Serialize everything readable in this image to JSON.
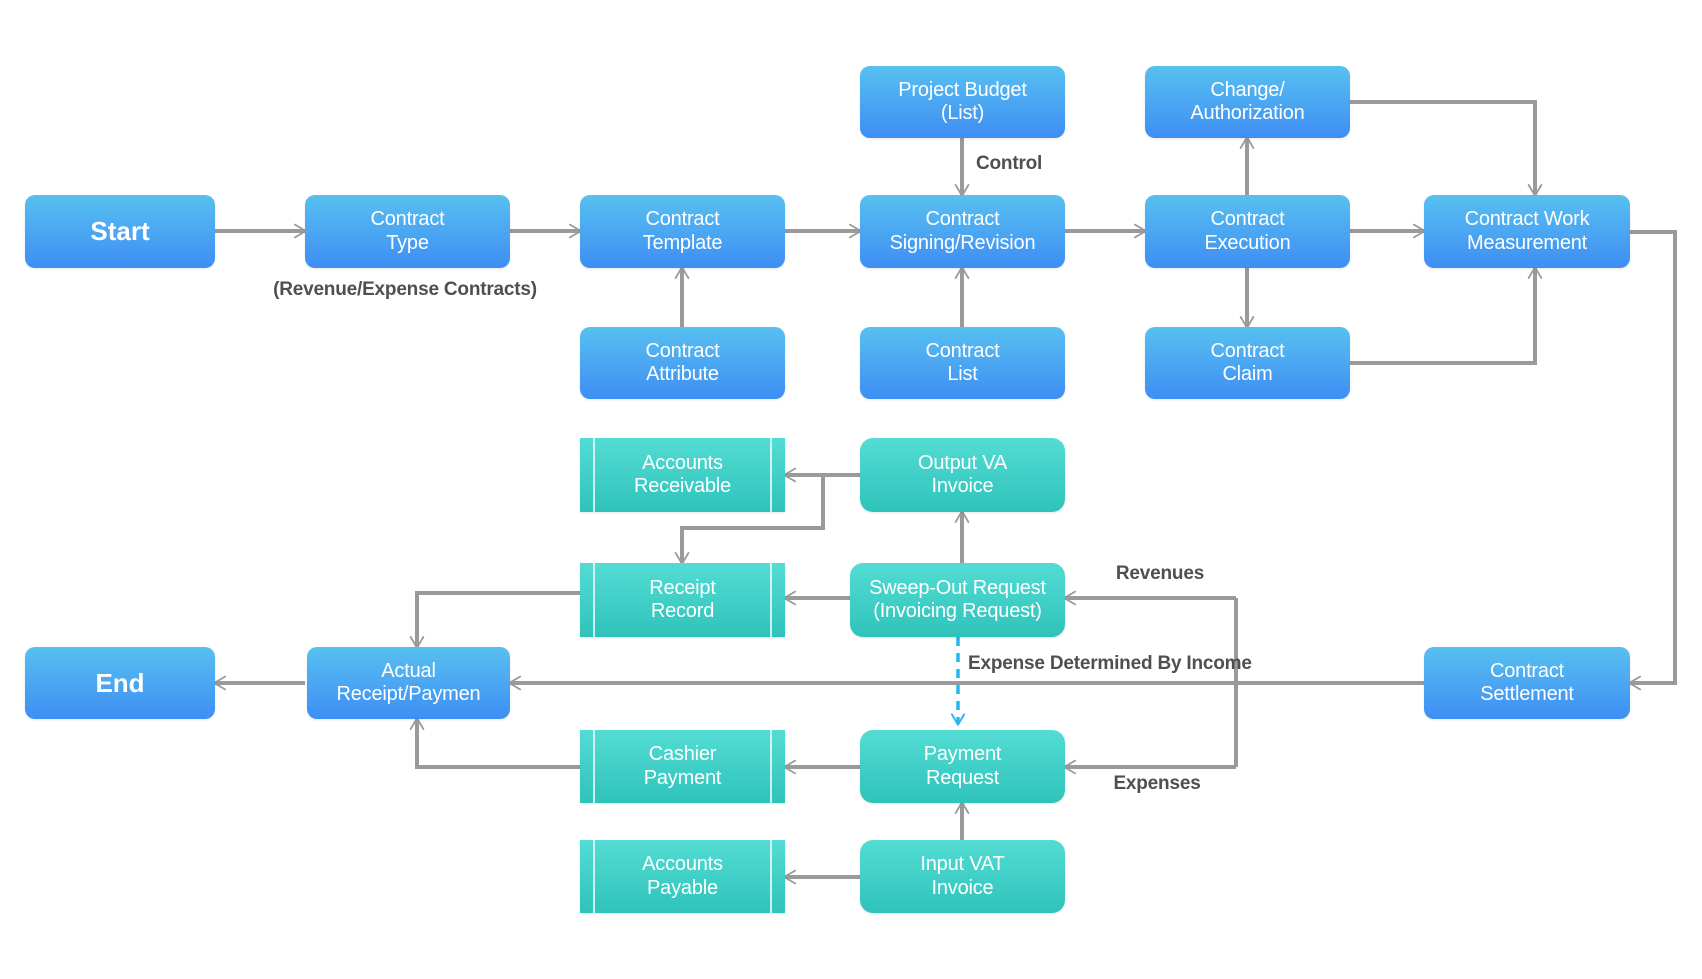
{
  "colors": {
    "blue_top": "#58C0F0",
    "blue_bottom": "#3E8EF4",
    "teal_top": "#53DCD4",
    "teal_bottom": "#2FC3BA",
    "connector": "#9A9A9A",
    "dashed_connector": "#25B7F2",
    "label_text": "#4F4F4F"
  },
  "nodes": {
    "start": {
      "label": "Start"
    },
    "contract_type": {
      "label": "Contract\nType"
    },
    "contract_template": {
      "label": "Contract\nTemplate"
    },
    "contract_signing": {
      "label": "Contract\nSigning/Revision"
    },
    "contract_execution": {
      "label": "Contract\nExecution"
    },
    "contract_work_measurement": {
      "label": "Contract Work\nMeasurement"
    },
    "project_budget": {
      "label": "Project Budget\n(List)"
    },
    "change_authorization": {
      "label": "Change/\nAuthorization"
    },
    "contract_attribute": {
      "label": "Contract\nAttribute"
    },
    "contract_list": {
      "label": "Contract\nList"
    },
    "contract_claim": {
      "label": "Contract\nClaim"
    },
    "accounts_receivable": {
      "label": "Accounts\nReceivable"
    },
    "output_va_invoice": {
      "label": "Output VA\nInvoice"
    },
    "receipt_record": {
      "label": "Receipt\nRecord"
    },
    "sweep_out_request": {
      "label": "Sweep-Out Request\n(Invoicing Request)"
    },
    "end": {
      "label": "End"
    },
    "actual_receipt_payment": {
      "label": "Actual\nReceipt/Paymen"
    },
    "contract_settlement": {
      "label": "Contract\nSettlement"
    },
    "cashier_payment": {
      "label": "Cashier\nPayment"
    },
    "payment_request": {
      "label": "Payment\nRequest"
    },
    "accounts_payable": {
      "label": "Accounts\nPayable"
    },
    "input_vat_invoice": {
      "label": "Input VAT\nInvoice"
    }
  },
  "annotations": {
    "contract_type_note": "(Revenue/Expense Contracts)",
    "control": "Control",
    "revenues": "Revenues",
    "expenses": "Expenses",
    "expense_determined": "Expense Determined By Income"
  }
}
